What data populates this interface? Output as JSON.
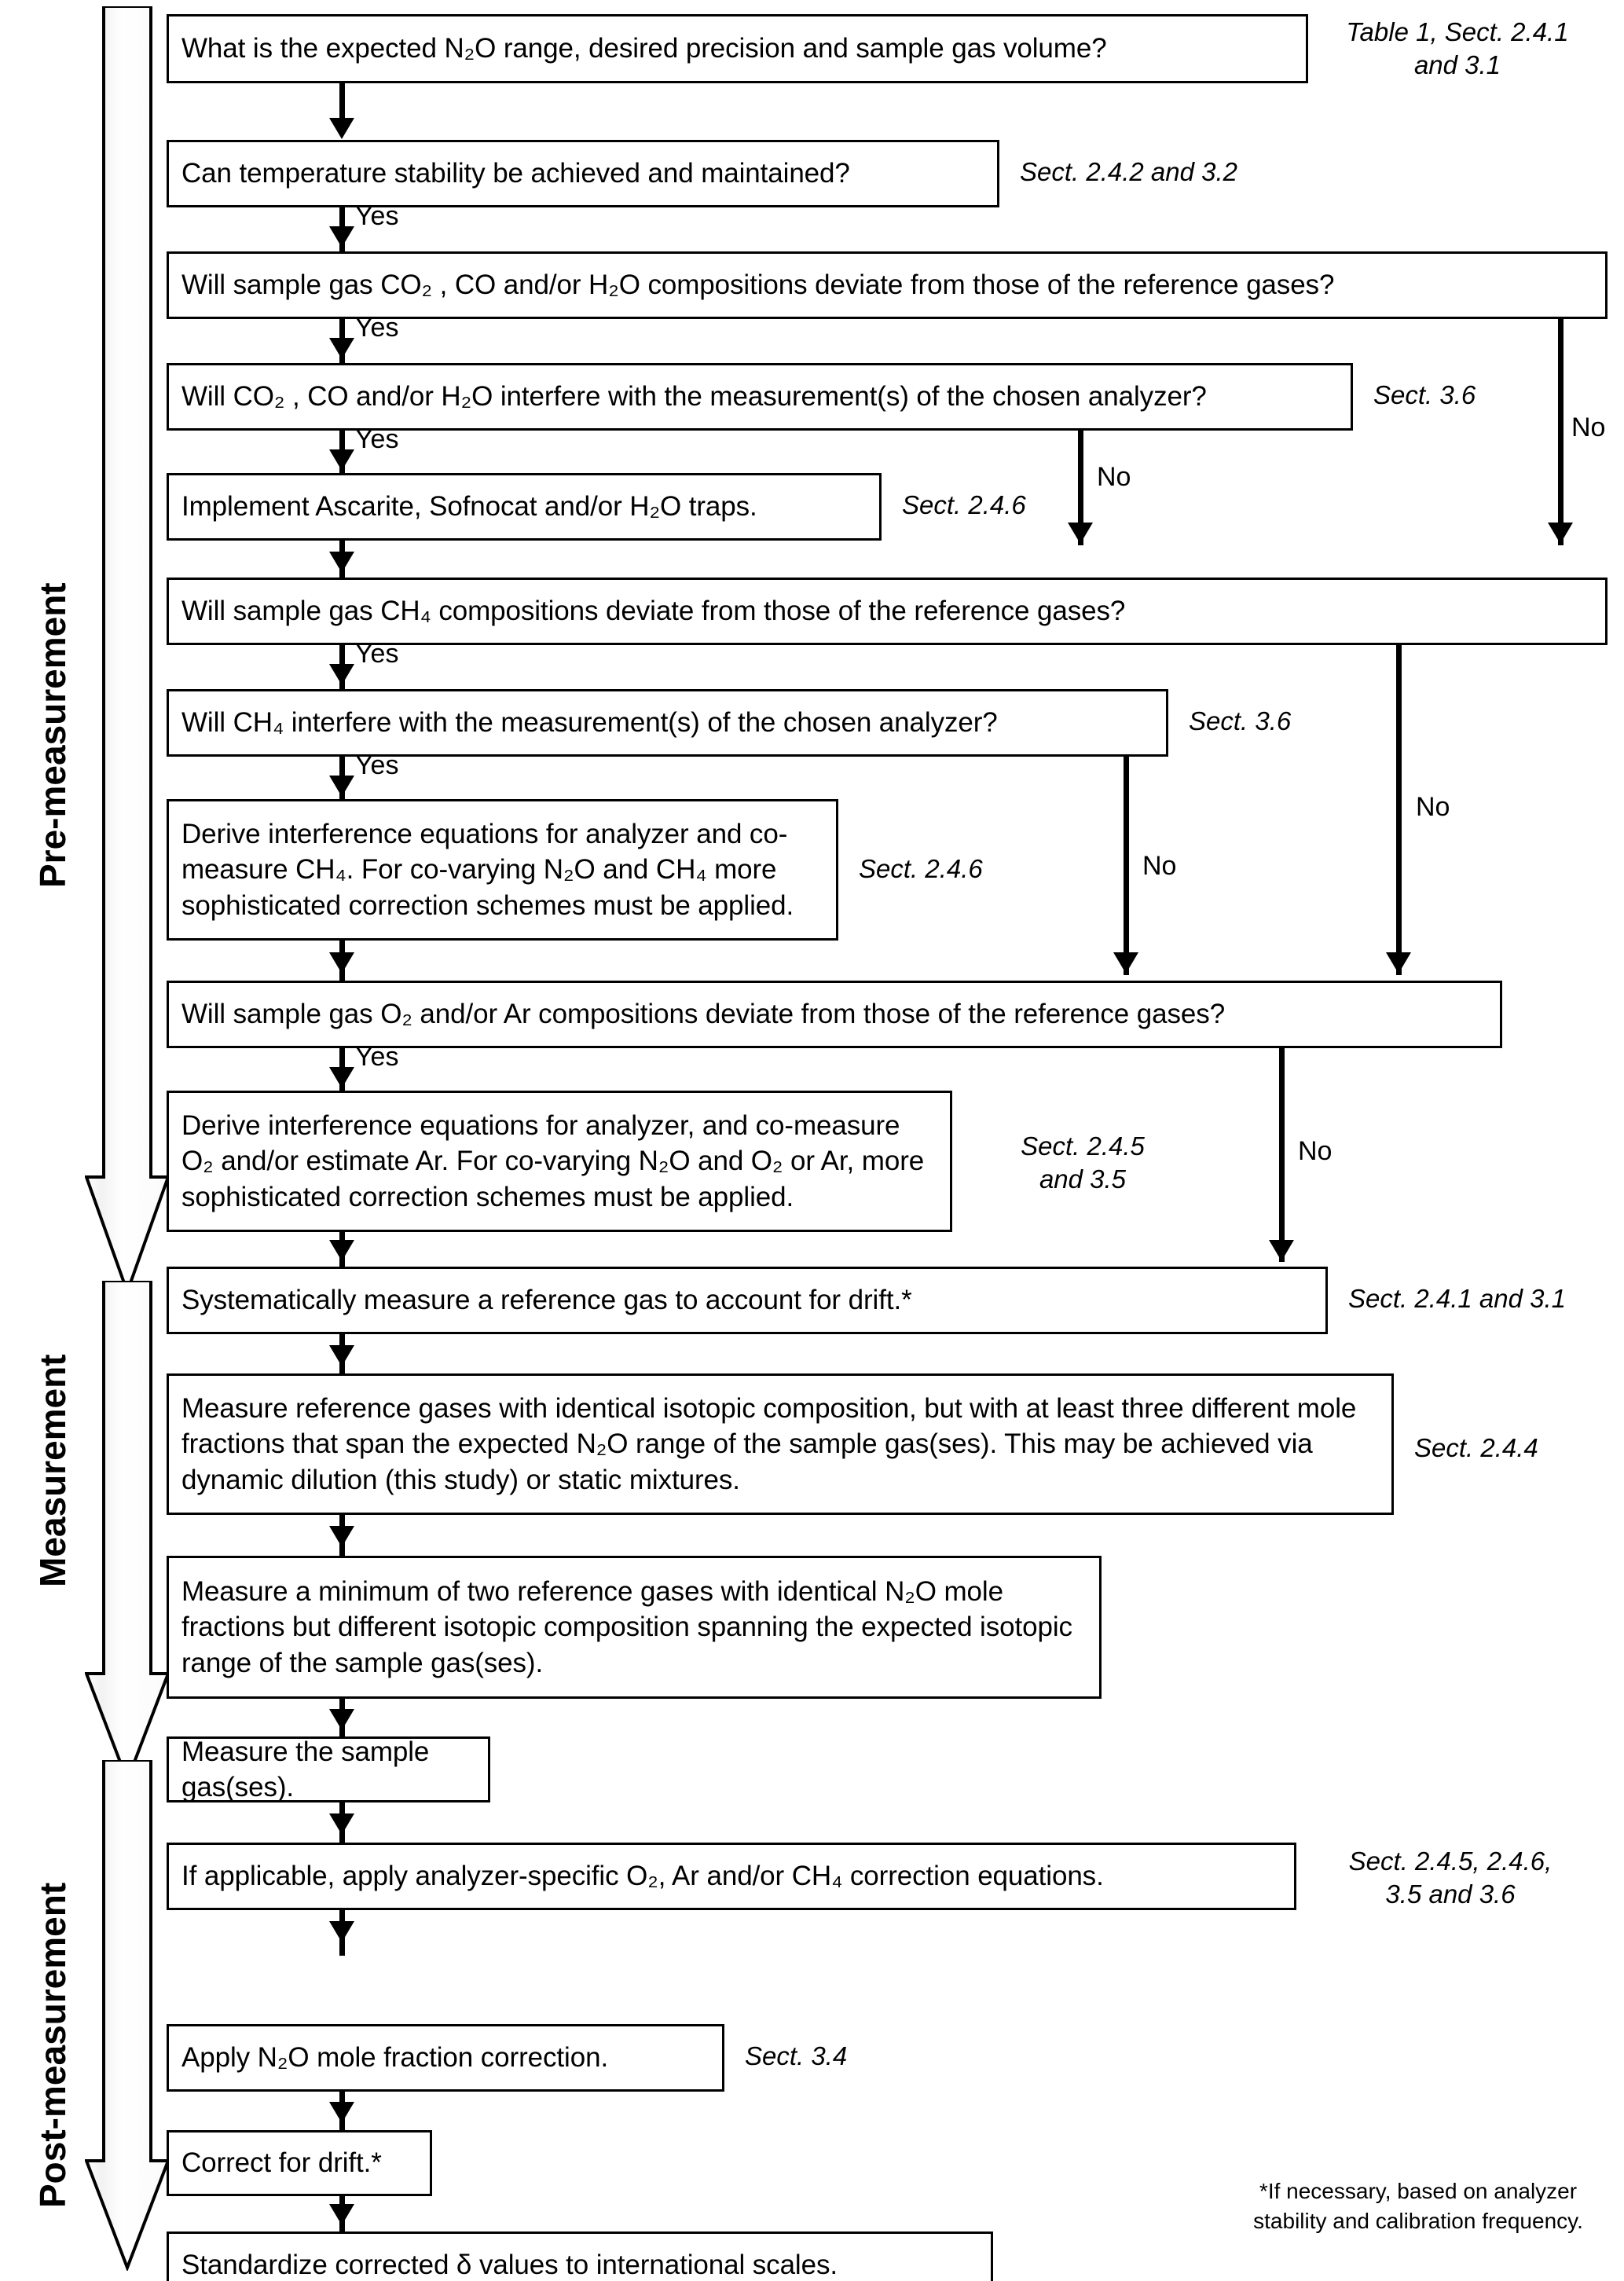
{
  "stages": [
    {
      "id": "pre",
      "label": "Pre-measurement"
    },
    {
      "id": "meas",
      "label": "Measurement"
    },
    {
      "id": "post",
      "label": "Post-measurement"
    }
  ],
  "edge_labels": {
    "yes": "Yes",
    "no": "No"
  },
  "nodes": [
    {
      "id": "n1",
      "text": "What is the expected N₂O range, desired precision and sample gas volume?",
      "sect": "Table 1, Sect. 2.4.1\nand 3.1"
    },
    {
      "id": "n2",
      "text": "Can temperature stability be achieved and maintained?",
      "sect": "Sect. 2.4.2 and 3.2"
    },
    {
      "id": "n3",
      "text": "Will sample gas CO₂ , CO and/or H₂O compositions deviate from those of the reference gases?",
      "sect": ""
    },
    {
      "id": "n4",
      "text": "Will CO₂ , CO and/or H₂O interfere with the measurement(s) of the chosen analyzer?",
      "sect": "Sect. 3.6"
    },
    {
      "id": "n5",
      "text": "Implement Ascarite, Sofnocat and/or H₂O traps.",
      "sect": "Sect. 2.4.6"
    },
    {
      "id": "n6",
      "text": "Will sample gas CH₄ compositions deviate from those of the reference gases?",
      "sect": ""
    },
    {
      "id": "n7",
      "text": "Will CH₄ interfere with the measurement(s) of the chosen analyzer?",
      "sect": "Sect. 3.6"
    },
    {
      "id": "n8",
      "text": "Derive interference equations for analyzer and co-measure CH₄. For co-varying N₂O and CH₄ more sophisticated correction schemes must be applied.",
      "sect": "Sect. 2.4.6"
    },
    {
      "id": "n9",
      "text": "Will sample gas O₂ and/or Ar compositions deviate from those of the reference gases?",
      "sect": ""
    },
    {
      "id": "n10",
      "text": "Derive interference equations for analyzer, and co-measure O₂ and/or estimate Ar. For co-varying N₂O and O₂ or Ar, more sophisticated correction schemes must be applied.",
      "sect": "Sect. 2.4.5\nand 3.5"
    },
    {
      "id": "n11",
      "text": "Systematically measure a reference gas to account for drift.*",
      "sect": "Sect. 2.4.1 and 3.1"
    },
    {
      "id": "n12",
      "text": "Measure reference gases with identical isotopic composition, but with at least three different mole fractions that span the expected N₂O range of the sample gas(ses). This may be achieved via dynamic dilution (this study) or static mixtures.",
      "sect": "Sect. 2.4.4"
    },
    {
      "id": "n13",
      "text": "Measure a minimum of two reference gases with identical N₂O mole fractions but different isotopic composition spanning the expected isotopic range of the sample gas(ses).",
      "sect": ""
    },
    {
      "id": "n14",
      "text": "Measure the sample gas(ses).",
      "sect": ""
    },
    {
      "id": "n15",
      "text": "If applicable, apply analyzer-specific O₂, Ar and/or CH₄ correction equations.",
      "sect": "Sect. 2.4.5, 2.4.6,\n3.5 and 3.6"
    },
    {
      "id": "n16",
      "text": "Apply N₂O mole fraction correction.",
      "sect": "Sect. 3.4"
    },
    {
      "id": "n17",
      "text": "Correct for drift.*",
      "sect": ""
    },
    {
      "id": "n18",
      "text": "Standardize corrected δ values to international scales.",
      "sect": ""
    }
  ],
  "footnote": "*If necessary, based on analyzer\nstability and calibration frequency.",
  "colors": {
    "stroke": "#000000",
    "background": "#ffffff",
    "stage_arrow_fill": "#ffffff"
  }
}
